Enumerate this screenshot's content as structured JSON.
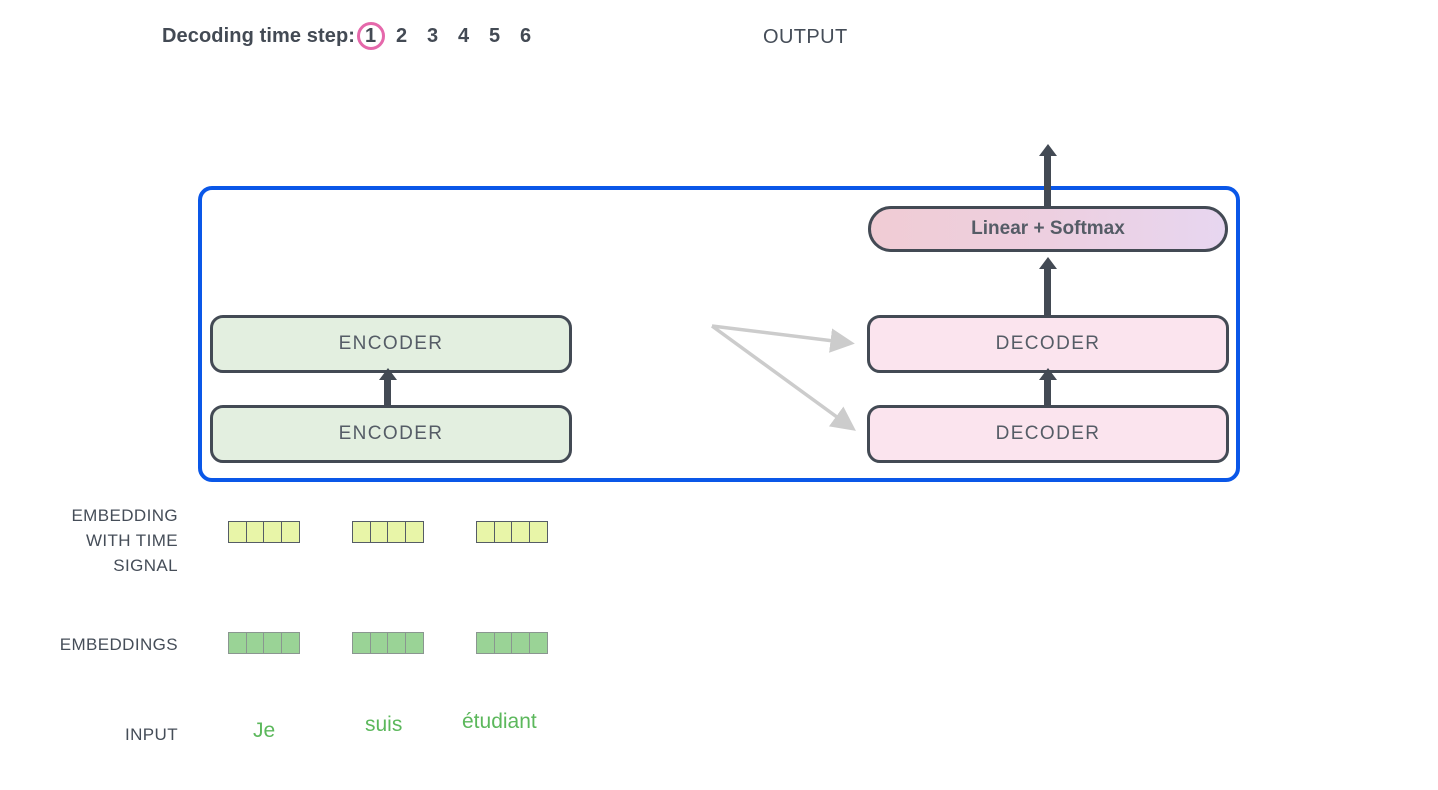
{
  "header": {
    "timestep_label": "Decoding time step:",
    "steps": [
      "1",
      "2",
      "3",
      "4",
      "5",
      "6"
    ],
    "active_step_index": 0,
    "active_step_ring_color": "#e568ab",
    "output_label": "OUTPUT"
  },
  "frame": {
    "border_color": "#0a57e8"
  },
  "model": {
    "encoders": [
      {
        "label": "ENCODER"
      },
      {
        "label": "ENCODER"
      }
    ],
    "decoders": [
      {
        "label": "DECODER"
      },
      {
        "label": "DECODER"
      }
    ],
    "linear_softmax": {
      "label": "Linear + Softmax",
      "gradient_from": "#f0ccd4",
      "gradient_to": "#e7d6f0"
    },
    "encoder_fill": "#e3efe0",
    "decoder_fill": "#fbe4ee",
    "box_border_color": "#434a54",
    "arrow_color": "#434a54",
    "cross_arrow_color": "#cccccc"
  },
  "rows": {
    "embedding_with_time_signal_label": "EMBEDDING\nWITH TIME\nSIGNAL",
    "embedding_with_time_signal_lines": [
      "EMBEDDING",
      "WITH TIME",
      "SIGNAL"
    ],
    "embeddings_label": "EMBEDDINGS",
    "input_label": "INPUT"
  },
  "vectors": {
    "cells_per_group": 4,
    "groups": 3,
    "time_signal_color": "#e8f5a8",
    "embedding_color": "#9ad396"
  },
  "input_words": [
    {
      "text": "Je"
    },
    {
      "text": "suis"
    },
    {
      "text": "étudiant"
    }
  ],
  "input_word_color": "#5cb85c"
}
